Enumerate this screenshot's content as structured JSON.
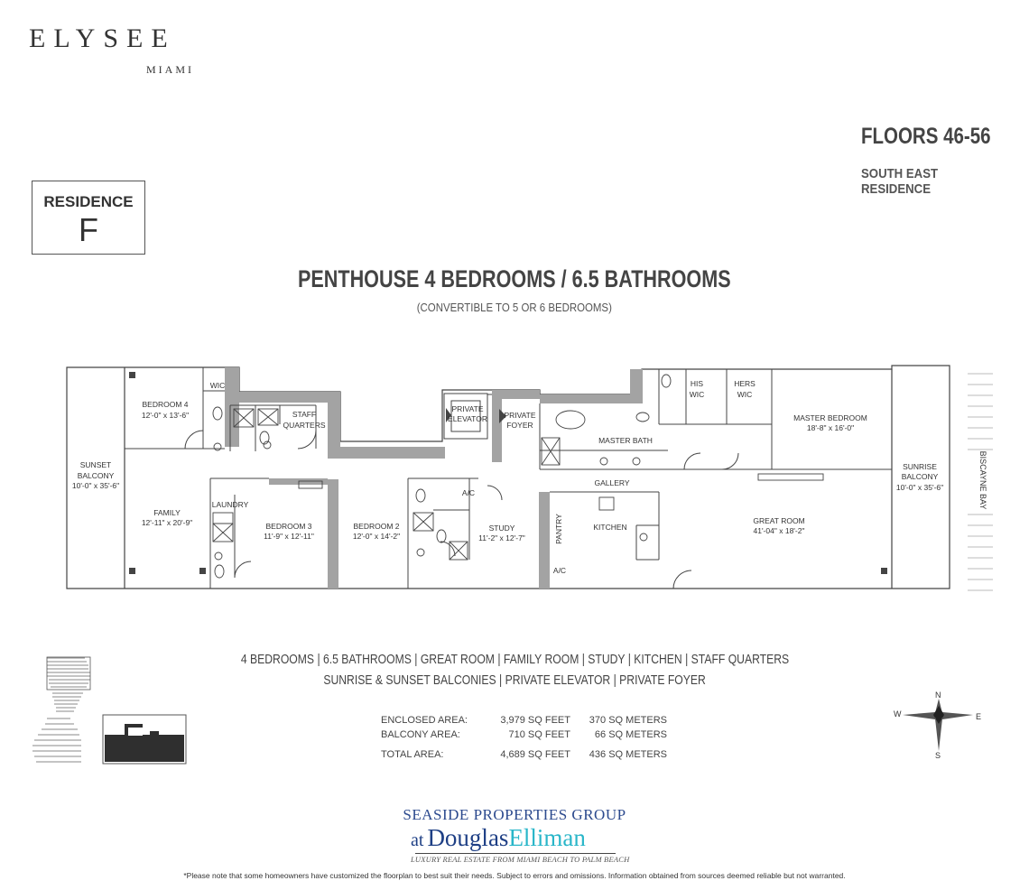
{
  "brand": {
    "name": "ELYSEE",
    "city": "MIAMI"
  },
  "floors": {
    "title": "FLOORS 46-56",
    "subtitle": "SOUTH EAST RESIDENCE"
  },
  "residence": {
    "label": "RESIDENCE",
    "letter": "F"
  },
  "headline": "PENTHOUSE 4 BEDROOMS / 6.5 BATHROOMS",
  "subheadline": "(CONVERTIBLE TO 5 OR 6 BEDROOMS)",
  "plan": {
    "rooms": {
      "wic": "WIC",
      "bedroom4": {
        "name": "BEDROOM 4",
        "dims": "12'-0\" x 13'-6\""
      },
      "staff": {
        "line1": "STAFF",
        "line2": "QUARTERS"
      },
      "elevator": {
        "line1": "PRIVATE",
        "line2": "ELEVATOR"
      },
      "foyer": {
        "line1": "PRIVATE",
        "line2": "FOYER"
      },
      "his_wic": {
        "line1": "HIS",
        "line2": "WIC"
      },
      "hers_wic": {
        "line1": "HERS",
        "line2": "WIC"
      },
      "master_bedroom": {
        "name": "MASTER BEDROOM",
        "dims": "18'-8\" x 16'-0\""
      },
      "master_bath": "MASTER BATH",
      "sunset_balcony": {
        "line1": "SUNSET",
        "line2": "BALCONY",
        "dims": "10'-0\" x 35'-6\""
      },
      "sunrise_balcony": {
        "line1": "SUNRISE",
        "line2": "BALCONY",
        "dims": "10'-0\" x 35'-6\""
      },
      "biscayne": "BISCAYNE BAY",
      "gallery": "GALLERY",
      "family": {
        "name": "FAMILY",
        "dims": "12'-11\" x 20'-9\""
      },
      "laundry": "LAUNDRY",
      "bedroom3": {
        "name": "BEDROOM 3",
        "dims": "11'-9\" x 12'-11\""
      },
      "bedroom2": {
        "name": "BEDROOM 2",
        "dims": "12'-0\" x 14'-2\""
      },
      "ac": "A/C",
      "study": {
        "name": "STUDY",
        "dims": "11'-2\" x 12'-7\""
      },
      "pantry": "PANTRY",
      "kitchen": "KITCHEN",
      "great_room": {
        "name": "GREAT ROOM",
        "dims": "41'-04\" x 18'-2\""
      }
    }
  },
  "features": {
    "line1": "4 BEDROOMS | 6.5 BATHROOMS | GREAT ROOM | FAMILY ROOM | STUDY | KITCHEN | STAFF QUARTERS",
    "line2": "SUNRISE & SUNSET BALCONIES | PRIVATE ELEVATOR | PRIVATE FOYER"
  },
  "areas": [
    {
      "label": "ENCLOSED AREA:",
      "sqft": "3,979 SQ FEET",
      "sqm": "370 SQ METERS"
    },
    {
      "label": "BALCONY AREA:",
      "sqft": "710 SQ FEET",
      "sqm": "66 SQ METERS"
    },
    {
      "label": "TOTAL AREA:",
      "sqft": "4,689 SQ FEET",
      "sqm": "436 SQ METERS"
    }
  ],
  "compass": {
    "n": "N",
    "s": "S",
    "e": "E",
    "w": "W"
  },
  "agency": {
    "line1": "SEASIDE PROPERTIES GROUP",
    "at": "at",
    "name1": "Douglas",
    "name2": "Elliman",
    "tagline": "LUXURY REAL ESTATE FROM MIAMI BEACH TO PALM BEACH"
  },
  "disclaimer": "*Please note that some homeowners have customized the floorplan to best suit their needs. Subject to errors and omissions. Information obtained from sources deemed reliable but not warranted.",
  "colors": {
    "wall": "#9a9a9a",
    "line": "#444444",
    "brand_blue": "#1e3f85",
    "brand_teal": "#29b6c9"
  }
}
